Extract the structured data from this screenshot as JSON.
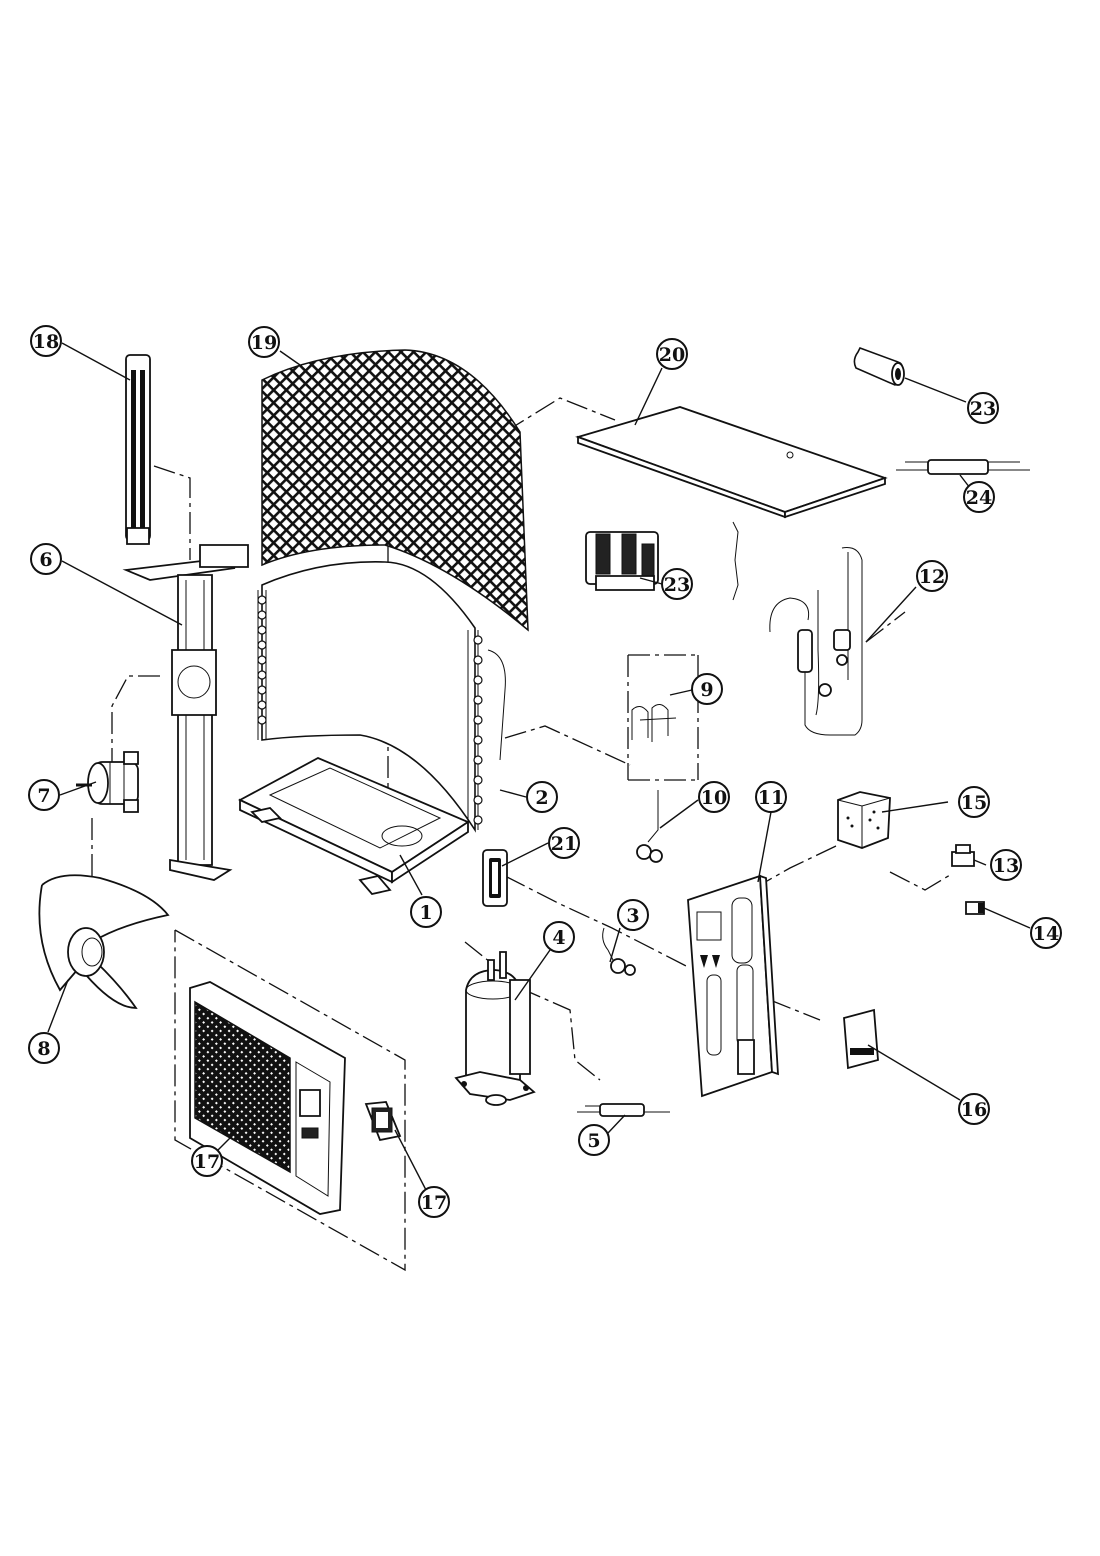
{
  "diagram": {
    "callouts": [
      {
        "id": "c18",
        "label": "18"
      },
      {
        "id": "c19",
        "label": "19"
      },
      {
        "id": "c20",
        "label": "20"
      },
      {
        "id": "c23a",
        "label": "23"
      },
      {
        "id": "c24",
        "label": "24"
      },
      {
        "id": "c23b",
        "label": "23"
      },
      {
        "id": "c6",
        "label": "6"
      },
      {
        "id": "c12",
        "label": "12"
      },
      {
        "id": "c9",
        "label": "9"
      },
      {
        "id": "c7",
        "label": "7"
      },
      {
        "id": "c2",
        "label": "2"
      },
      {
        "id": "c10",
        "label": "10"
      },
      {
        "id": "c11",
        "label": "11"
      },
      {
        "id": "c15",
        "label": "15"
      },
      {
        "id": "c21",
        "label": "21"
      },
      {
        "id": "c13",
        "label": "13"
      },
      {
        "id": "c1",
        "label": "1"
      },
      {
        "id": "c3",
        "label": "3"
      },
      {
        "id": "c14",
        "label": "14"
      },
      {
        "id": "c4",
        "label": "4"
      },
      {
        "id": "c8",
        "label": "8"
      },
      {
        "id": "c16",
        "label": "16"
      },
      {
        "id": "c5",
        "label": "5"
      },
      {
        "id": "c17a",
        "label": "17"
      },
      {
        "id": "c17b",
        "label": "17"
      }
    ]
  },
  "colors": {
    "ink": "#111111",
    "background": "#ffffff",
    "grille": "#222222"
  }
}
